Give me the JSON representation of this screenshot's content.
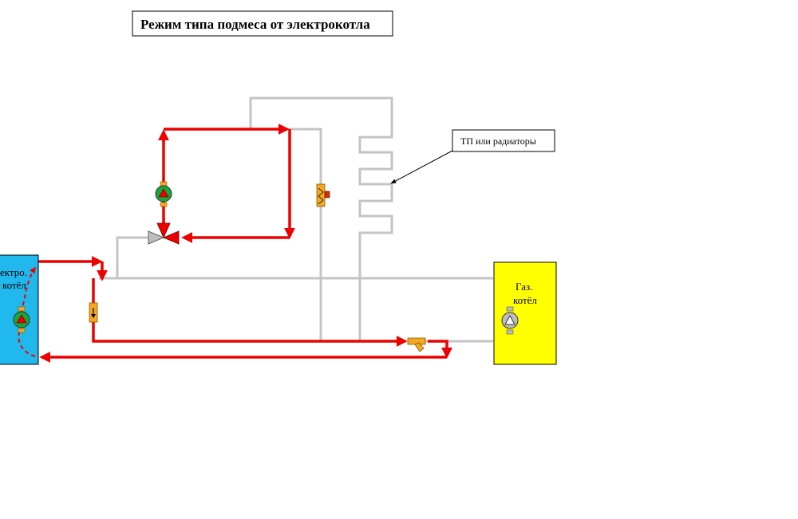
{
  "title": "Режим типа подмеса от электрокотла",
  "callout": {
    "label": "ТП или радиаторы"
  },
  "electric_boiler": {
    "label_line1": "ектро.",
    "label_line2": "котёл"
  },
  "gas_boiler": {
    "label_line1": "Газ.",
    "label_line2": "котёл"
  },
  "colors": {
    "active_flow": "#ee0000",
    "inactive_pipe": "#c4c4c4",
    "electric_boiler_fill": "#21b8ee",
    "gas_boiler_fill": "#ffff00",
    "pump_active": "#16a83a",
    "fitting": "#f5a623"
  },
  "icons": [
    "circulation-pump-icon",
    "three-way-mixing-valve-icon",
    "check-valve-icon",
    "strainer-icon",
    "gas-boiler-pump-icon"
  ]
}
